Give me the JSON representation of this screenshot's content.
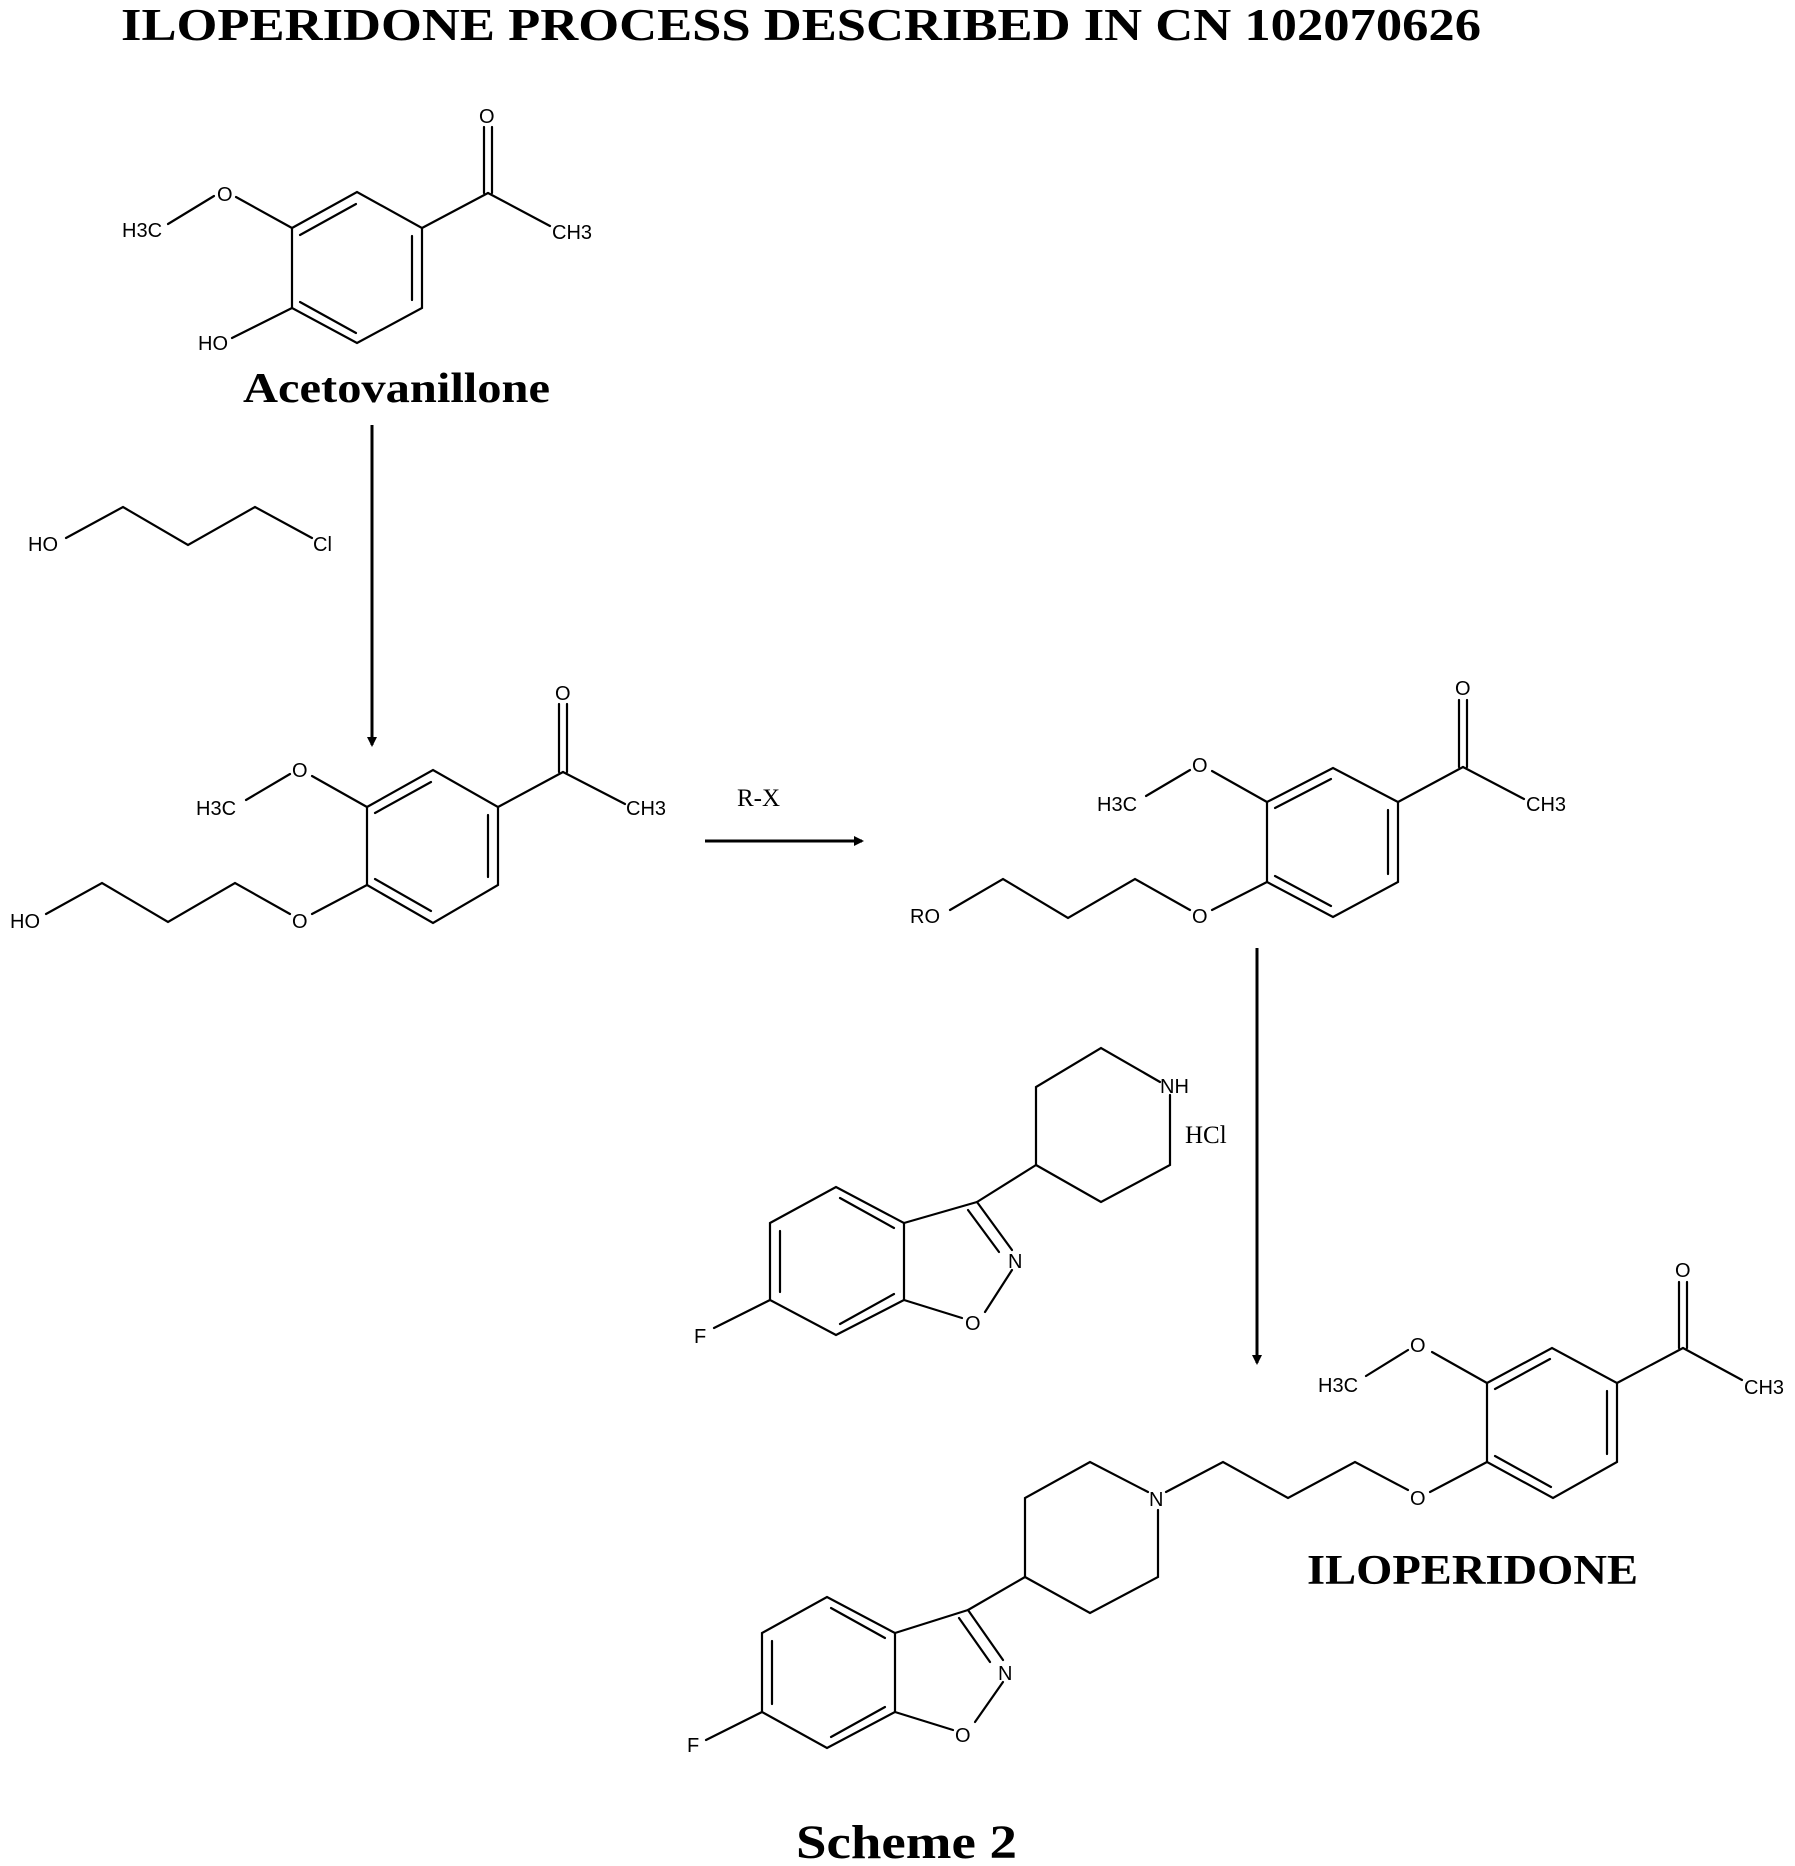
{
  "title": "ILOPERIDONE PROCESS DESCRIBED IN CN 102070626",
  "compounds": {
    "acetovanillone": {
      "label": "Acetovanillone",
      "atoms": {
        "methoxy_o": "O",
        "methyl": "H3C",
        "hydroxyl": "HO",
        "carbonyl_o": "O",
        "acetyl_methyl": "CH3"
      }
    },
    "reagent_chloropropanol": {
      "atoms": {
        "hydroxyl": "HO",
        "chloride": "Cl"
      }
    },
    "intermediate_hydroxypropoxy": {
      "atoms": {
        "methoxy_o": "O",
        "methyl": "H3C",
        "ether_o": "O",
        "hydroxyl": "HO",
        "carbonyl_o": "O",
        "acetyl_methyl": "CH3"
      }
    },
    "intermediate_ro": {
      "atoms": {
        "methoxy_o": "O",
        "methyl": "H3C",
        "ether_o": "O",
        "ro": "RO",
        "carbonyl_o": "O",
        "acetyl_methyl": "CH3"
      }
    },
    "benzisoxazole_piperidine": {
      "atoms": {
        "fluorine": "F",
        "nitrogen": "N",
        "oxygen": "O",
        "nh": "NH"
      }
    },
    "iloperidone": {
      "label": "ILOPERIDONE",
      "atoms": {
        "fluorine": "F",
        "isoxazole_n": "N",
        "isoxazole_o": "O",
        "piperidine_n": "N",
        "ether_o": "O",
        "methoxy_o": "O",
        "methyl": "H3C",
        "carbonyl_o": "O",
        "acetyl_methyl": "CH3"
      }
    }
  },
  "arrows": {
    "step1": {
      "direction": "down"
    },
    "step2": {
      "direction": "right",
      "label": "R-X"
    },
    "step3": {
      "direction": "down",
      "label": "HCl"
    }
  },
  "caption": "Scheme 2"
}
